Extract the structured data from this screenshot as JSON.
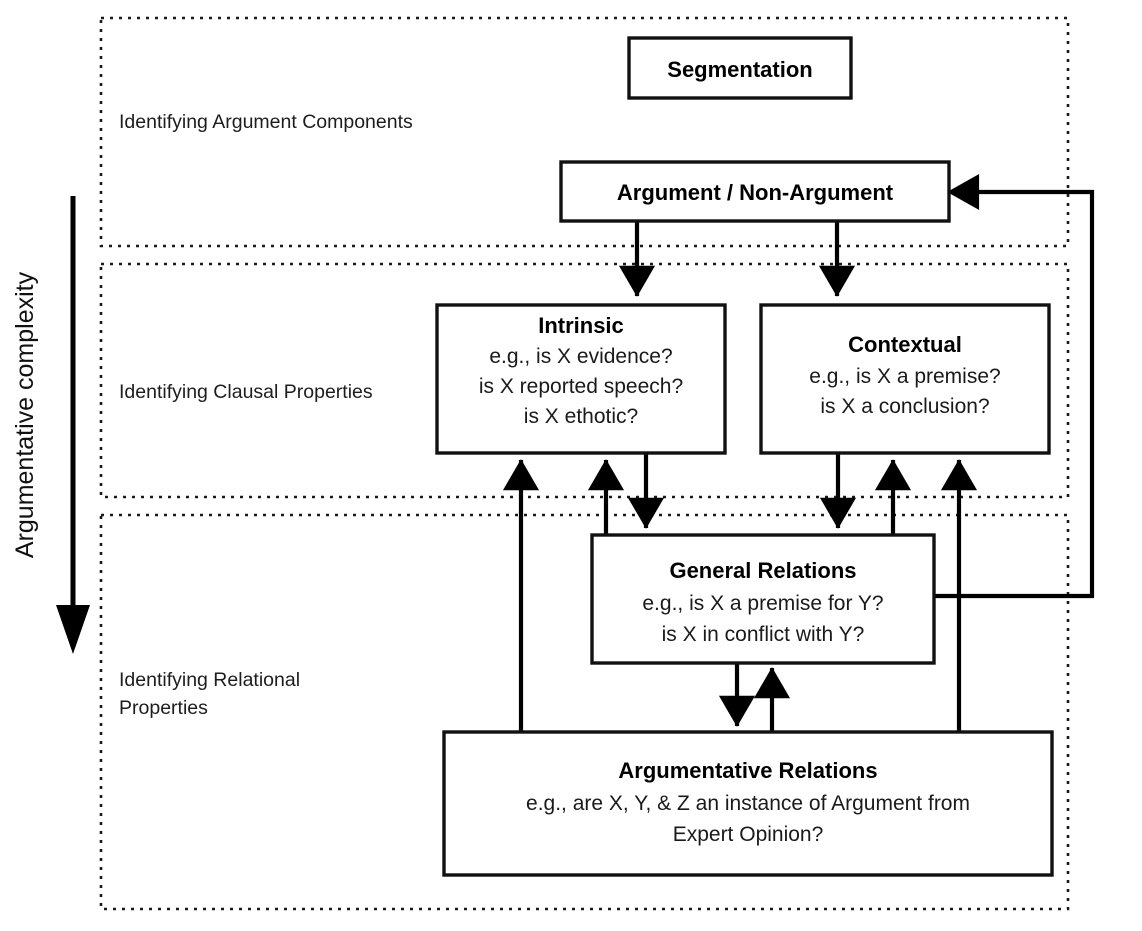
{
  "axis": {
    "label": "Argumentative complexity",
    "direction": "down",
    "arrow_icon": "down-arrow-icon"
  },
  "bands": [
    {
      "id": "components",
      "label": "Identifying Argument Components"
    },
    {
      "id": "clausal",
      "label": "Identifying Clausal Properties"
    },
    {
      "id": "relational",
      "label": "Identifying Relational",
      "label_line2": "Properties"
    }
  ],
  "nodes": {
    "segmentation": {
      "title": "Segmentation",
      "lines": []
    },
    "argument_non_argument": {
      "title": "Argument / Non-Argument",
      "lines": []
    },
    "intrinsic": {
      "title": "Intrinsic",
      "lines": [
        "e.g., is X evidence?",
        "is X reported speech?",
        "is X ethotic?"
      ]
    },
    "contextual": {
      "title": "Contextual",
      "lines": [
        "e.g., is X a premise?",
        "is X a conclusion?"
      ]
    },
    "general_relations": {
      "title": "General Relations",
      "lines": [
        "e.g., is X a premise for Y?",
        "is X in conflict with Y?"
      ]
    },
    "argumentative_relations": {
      "title": "Argumentative Relations",
      "lines": [
        "e.g., are X, Y, & Z an instance of Argument from",
        "Expert Opinion?"
      ]
    }
  },
  "colors": {
    "stroke": "#000000",
    "band_stroke": "#1a1a1a",
    "background": "#ffffff",
    "text": "#111111"
  }
}
